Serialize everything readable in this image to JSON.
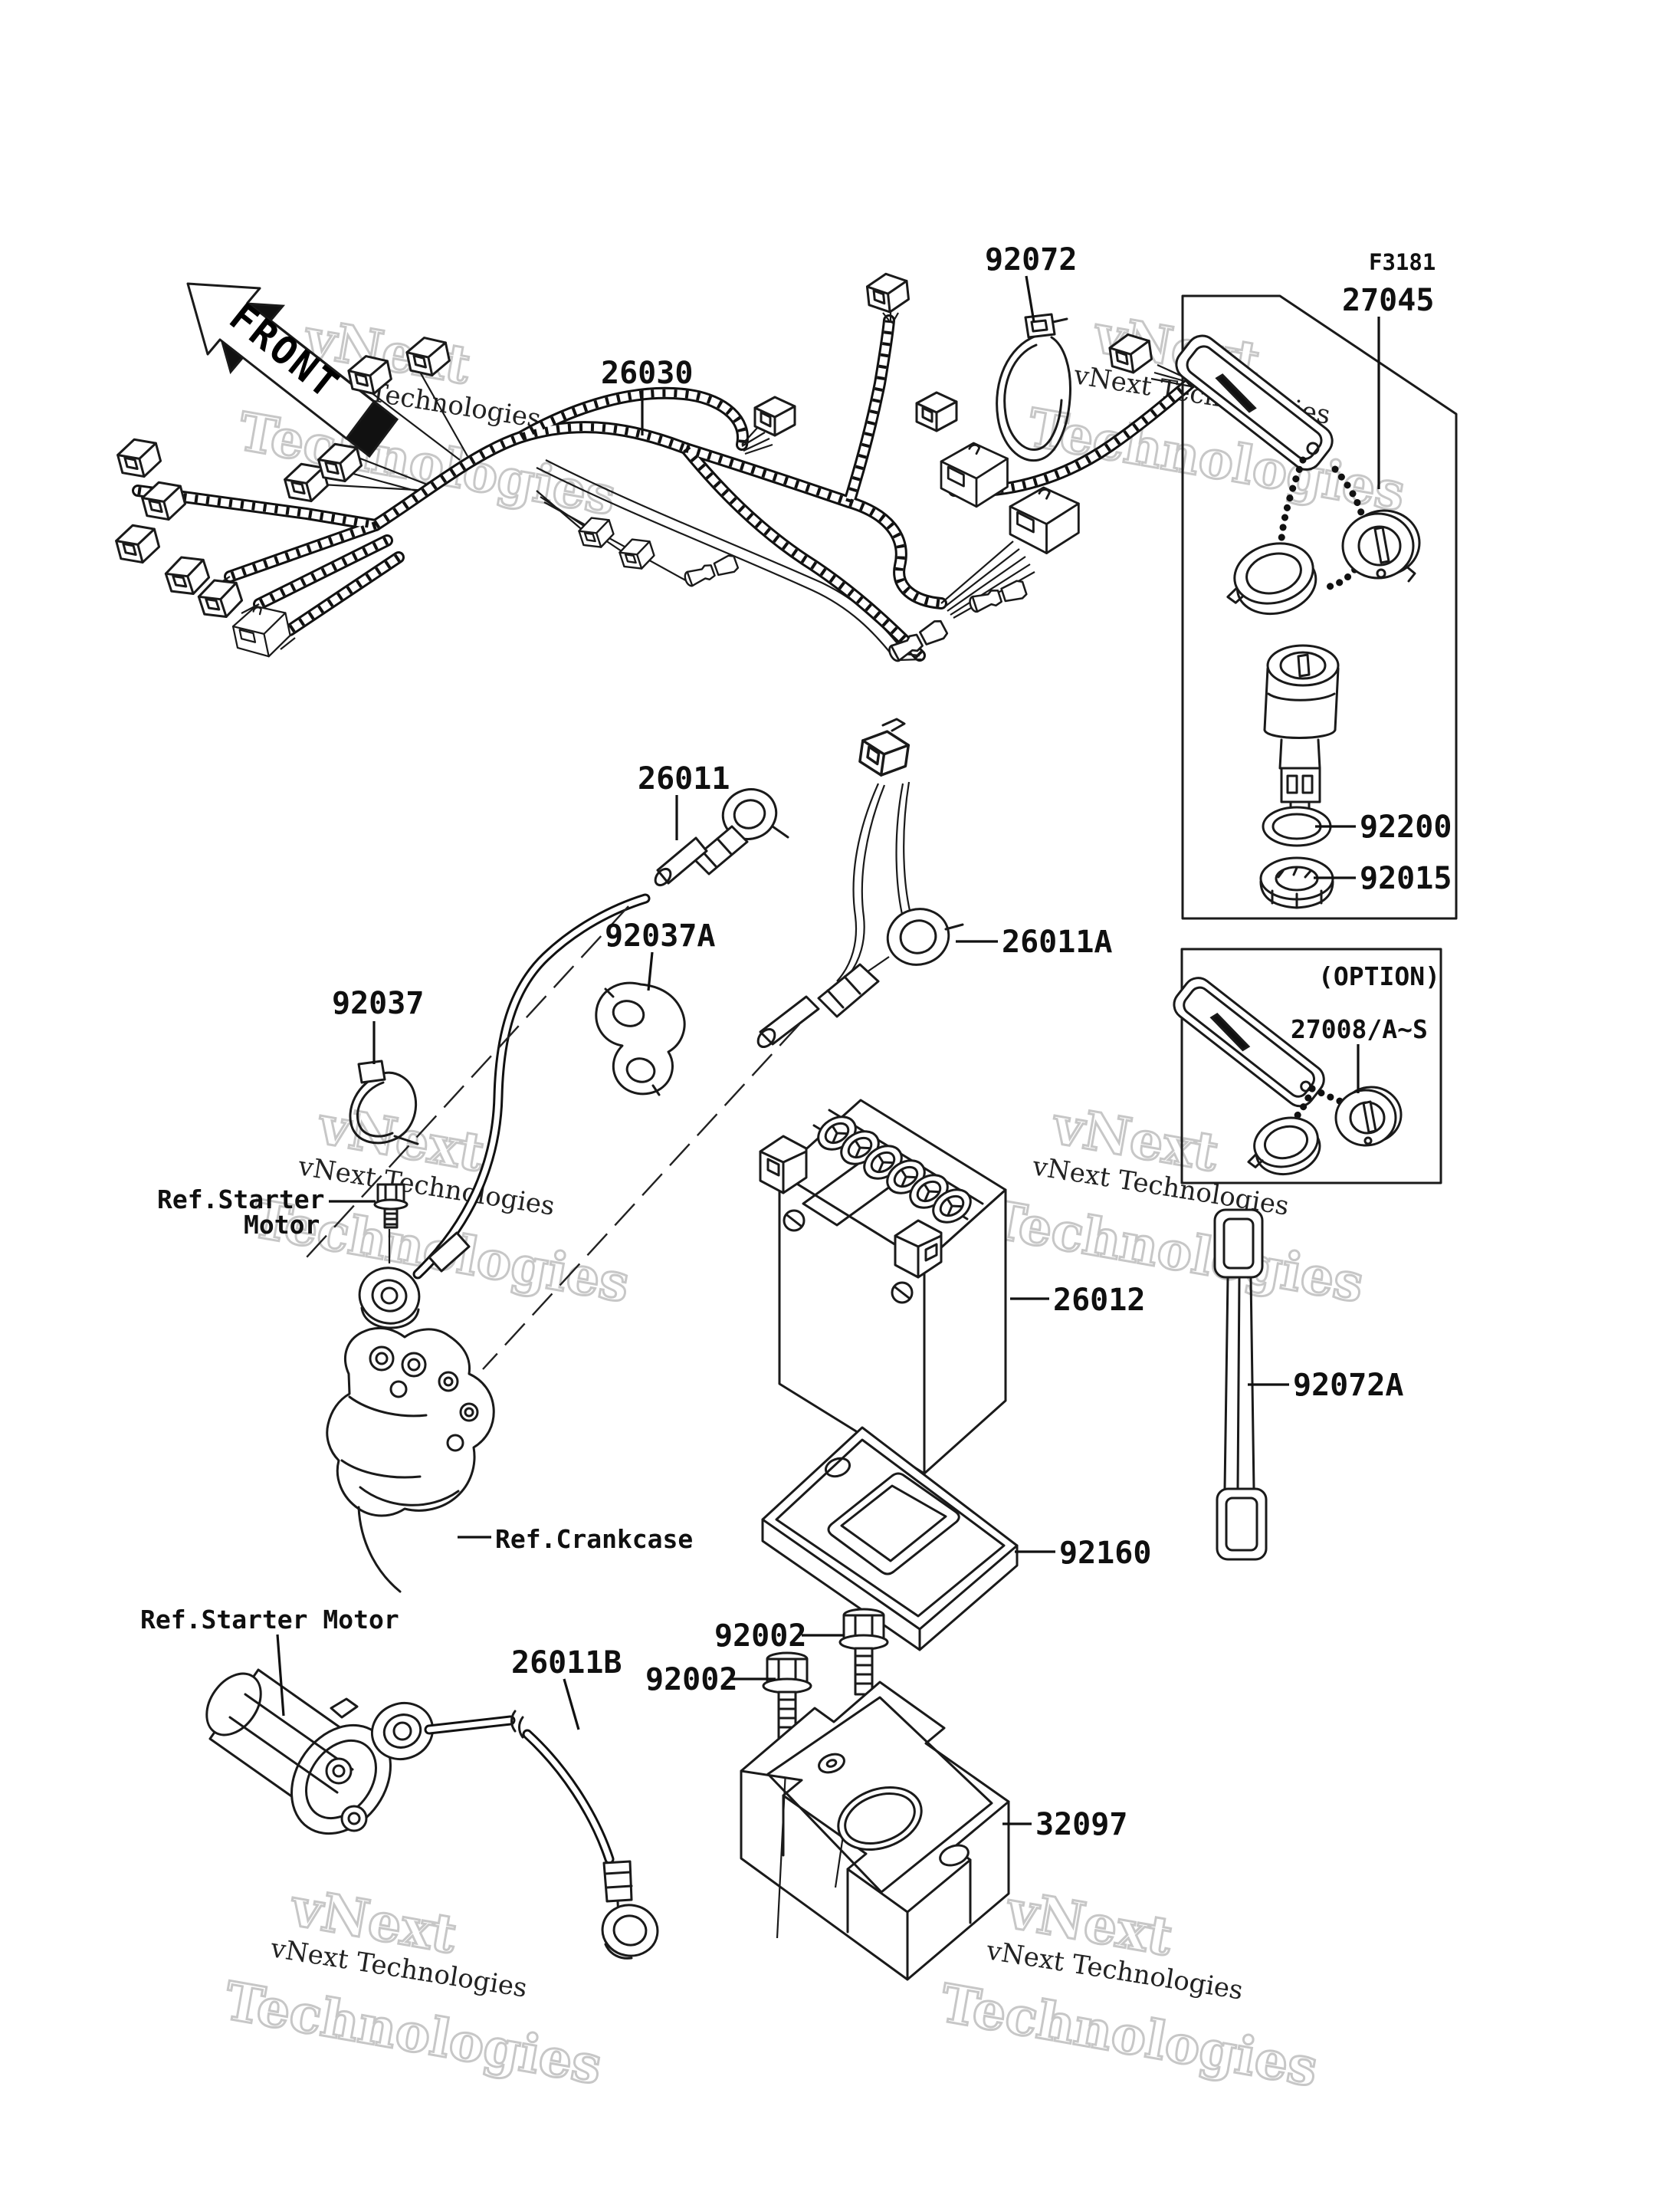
{
  "labels": {
    "p92072": "92072",
    "f3181": "F3181",
    "p27045": "27045",
    "p26030": "26030",
    "p26011": "26011",
    "p92037a": "92037A",
    "p26011a": "26011A",
    "p92200": "92200",
    "p92015": "92015",
    "option": "(OPTION)",
    "p27008": "27008/A~S",
    "p26012": "26012",
    "p92072a": "92072A",
    "p92037": "92037",
    "ref_starter1": "Ref.Starter",
    "ref_starter2": "Motor",
    "ref_crankcase": "Ref.Crankcase",
    "ref_starter_motor": "Ref.Starter Motor",
    "p26011b": "26011B",
    "p92002": "92002",
    "p92160": "92160",
    "p32097": "32097",
    "front": "FRONT",
    "wm1": "vNext",
    "wm2": "Technologies",
    "wm": "vNext Technologies"
  }
}
